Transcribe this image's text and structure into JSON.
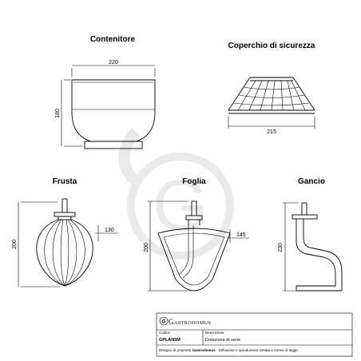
{
  "titles": {
    "container": "Contenitore",
    "lid": "Coperchio di sicurezza",
    "whisk": "Frusta",
    "leaf": "Foglia",
    "hook": "Gancio"
  },
  "dimensions": {
    "container_width": "220",
    "container_height": "180",
    "lid_width": "215",
    "whisk_height": "200",
    "whisk_width": "130",
    "leaf_height": "200",
    "leaf_width": "145",
    "hook_height": "230"
  },
  "title_block": {
    "brand": "Gastrodomus",
    "code_label": "Codice",
    "code_value": "GPLAN5M",
    "description_label": "Descrizione",
    "description_value": "Dotazione di serie",
    "footer_prefix": "Disegno di proprietà",
    "footer_brand": "Gastrodomus",
    "footer_suffix": "- Diffusione e riproduzione vietata a norma di legge."
  },
  "watermark": "G"
}
